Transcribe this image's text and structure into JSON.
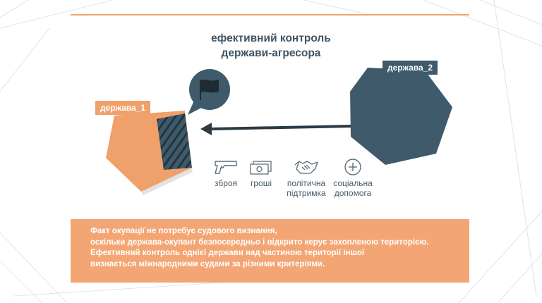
{
  "title": {
    "line1": "ефективний контроль",
    "line2": "держави-агресора"
  },
  "states": {
    "state1": {
      "label": "держава_1",
      "color": "#f0a06a"
    },
    "state2": {
      "label": "держава_2",
      "color": "#3e5a6b"
    }
  },
  "icons": [
    {
      "name": "gun-icon",
      "label_lines": [
        "зброя"
      ]
    },
    {
      "name": "money-icon",
      "label_lines": [
        "гроші"
      ]
    },
    {
      "name": "handshake-icon",
      "label_lines": [
        "політична",
        "підтримка"
      ]
    },
    {
      "name": "plus-circle-icon",
      "label_lines": [
        "соціальна",
        "допомога"
      ]
    }
  ],
  "flag_bubble_icon": "flag-icon",
  "info_box": {
    "lines": [
      "Факт окупації не потребує судового визнання,",
      "оскільки держава-окупант безпосередньо і відкрито керує захопленою територією.",
      "Ефективний контроль однієї держави над частиною території іншої",
      "визнається міжнародними судами за різними критеріями."
    ],
    "color": "#f3a574"
  },
  "colors": {
    "accent_orange": "#f0a06a",
    "dark_slate": "#3e5a6b",
    "text_dark": "#3e5465"
  }
}
